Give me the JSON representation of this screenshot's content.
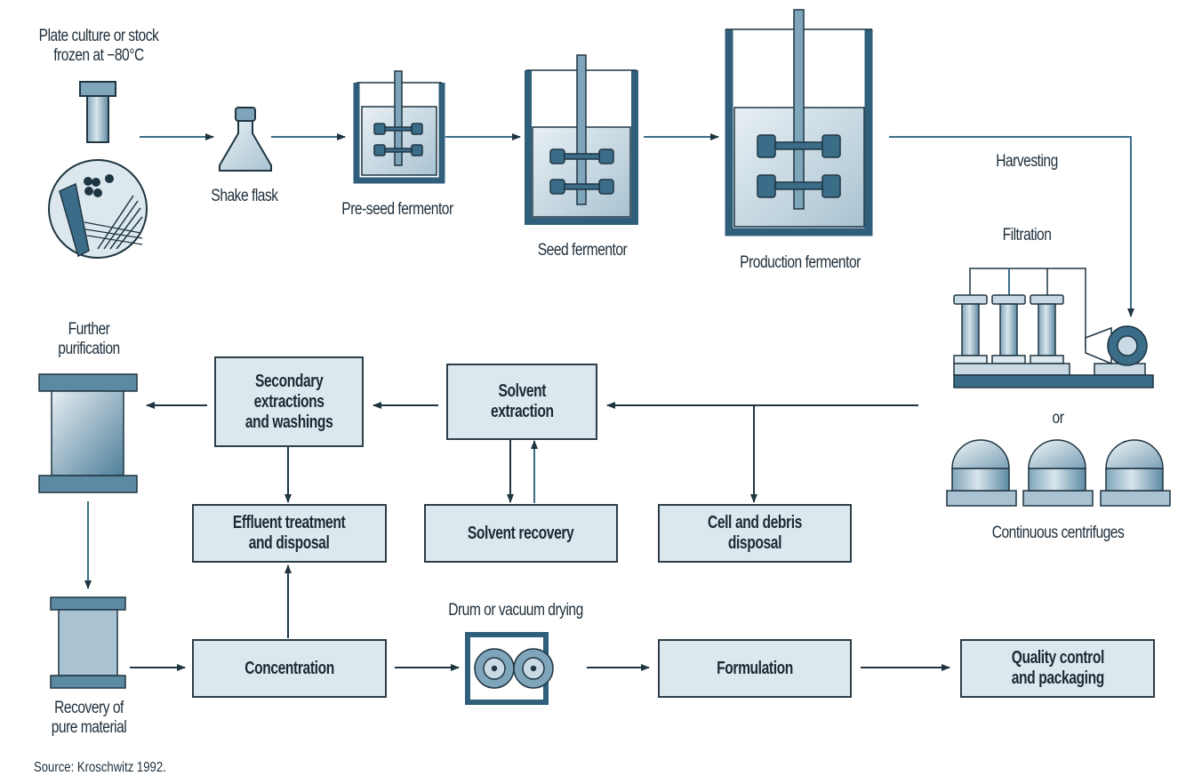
{
  "diagram": {
    "title": "",
    "colors": {
      "vessel_dark": "#3b6d89",
      "vessel_light": "#c9dae4",
      "box_fill": "#dde8ee",
      "line": "#3b6d89",
      "text": "#1e2e3a"
    },
    "upstream": [
      {
        "id": "stock",
        "label": "Plate culture or stock\nfrozen at −80°C",
        "icon": "vial-and-petri-dish-icon"
      },
      {
        "id": "shake_flask",
        "label": "Shake flask",
        "icon": "flask-icon"
      },
      {
        "id": "preseed",
        "label": "Pre-seed fermentor",
        "icon": "fermentor-icon"
      },
      {
        "id": "seed",
        "label": "Seed fermentor",
        "icon": "fermentor-icon"
      },
      {
        "id": "production",
        "label": "Production fermentor",
        "icon": "fermentor-icon"
      }
    ],
    "harvest": {
      "harvesting_label": "Harvesting",
      "filtration_label": "Filtration",
      "or_label": "or",
      "centrifuge_label": "Continuous centrifuges"
    },
    "boxes": {
      "solvent_extraction": "Solvent\nextraction",
      "secondary_extractions": "Secondary\nextractions\nand washings",
      "effluent": "Effluent treatment\nand disposal",
      "solvent_recovery": "Solvent recovery",
      "cell_debris": "Cell and debris\ndisposal",
      "concentration": "Concentration",
      "formulation": "Formulation",
      "quality_control": "Quality control\nand packaging"
    },
    "labels": {
      "further_purification": "Further\npurification",
      "recovery_pure": "Recovery of\npure material",
      "drum_drying": "Drum or vacuum drying"
    },
    "source": "Source: Kroschwitz 1992."
  }
}
